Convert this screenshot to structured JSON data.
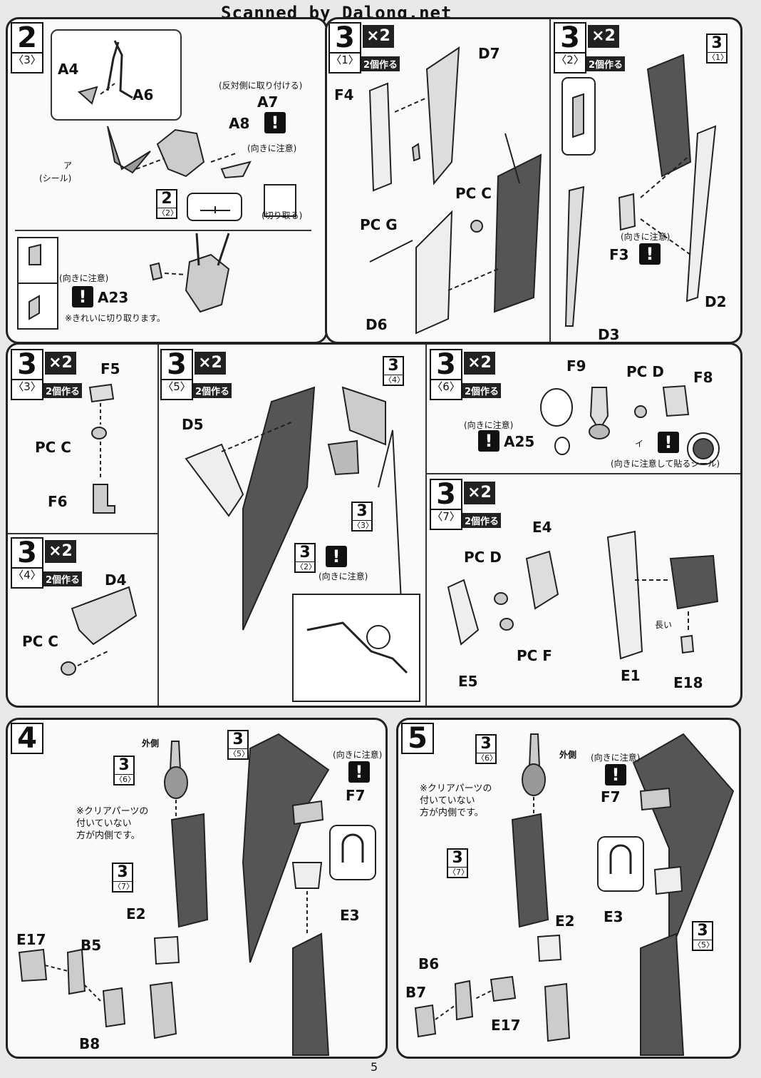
{
  "watermark": "Scanned by Dalong.net",
  "page_number": "5",
  "note_orientation": "(向きに注意)",
  "x2": "×2",
  "make_two": "2個作る",
  "step2": {
    "num": "2",
    "sub": "〈3〉",
    "ref_num": "2",
    "ref_sub": "〈2〉",
    "labels": [
      "A4",
      "A6",
      "A7",
      "A8",
      "A23"
    ],
    "note_opposite": "(反対側に取り付ける)",
    "note_cut": "(切り取る)",
    "note_seal": "(シール)",
    "seal_code": "ア",
    "note_clean_cut": "※きれいに切り取ります。"
  },
  "step3_1": {
    "num": "3",
    "sub": "〈1〉",
    "labels": [
      "F4",
      "D7",
      "PC C",
      "PC G",
      "D6"
    ]
  },
  "step3_2": {
    "num": "3",
    "sub": "〈2〉",
    "ref_num": "3",
    "ref_sub": "〈1〉",
    "labels": [
      "F3",
      "D2",
      "D3"
    ]
  },
  "step3_3": {
    "num": "3",
    "sub": "〈3〉",
    "labels": [
      "F5",
      "PC C",
      "F6"
    ]
  },
  "step3_4": {
    "num": "3",
    "sub": "〈4〉",
    "labels": [
      "D4",
      "PC C"
    ]
  },
  "step3_5": {
    "num": "3",
    "sub": "〈5〉",
    "refs": [
      {
        "num": "3",
        "sub": "〈4〉"
      },
      {
        "num": "3",
        "sub": "〈3〉"
      },
      {
        "num": "3",
        "sub": "〈2〉"
      }
    ],
    "labels": [
      "D5"
    ]
  },
  "step3_6": {
    "num": "3",
    "sub": "〈6〉",
    "labels": [
      "F9",
      "PC D",
      "F8",
      "A25"
    ],
    "seal_code": "イ",
    "note_seal": "(向きに注意して貼るシール)"
  },
  "step3_7": {
    "num": "3",
    "sub": "〈7〉",
    "labels": [
      "E4",
      "PC D",
      "PC F",
      "E5",
      "E1",
      "E18"
    ],
    "long_note": "長い"
  },
  "step4": {
    "num": "4",
    "outer": "外側",
    "refs": [
      {
        "num": "3",
        "sub": "〈6〉"
      },
      {
        "num": "3",
        "sub": "〈7〉"
      },
      {
        "num": "3",
        "sub": "〈5〉"
      }
    ],
    "clear_note": "※クリアパーツの\n付いていない\n方が内側です。",
    "labels": [
      "F7",
      "E2",
      "E3",
      "E17",
      "B5",
      "B8"
    ]
  },
  "step5": {
    "num": "5",
    "outer": "外側",
    "refs": [
      {
        "num": "3",
        "sub": "〈6〉"
      },
      {
        "num": "3",
        "sub": "〈7〉"
      },
      {
        "num": "3",
        "sub": "〈5〉"
      }
    ],
    "clear_note": "※クリアパーツの\n付いていない\n方が内側です。",
    "labels": [
      "F7",
      "E2",
      "E3",
      "B6",
      "B7",
      "E17"
    ]
  }
}
